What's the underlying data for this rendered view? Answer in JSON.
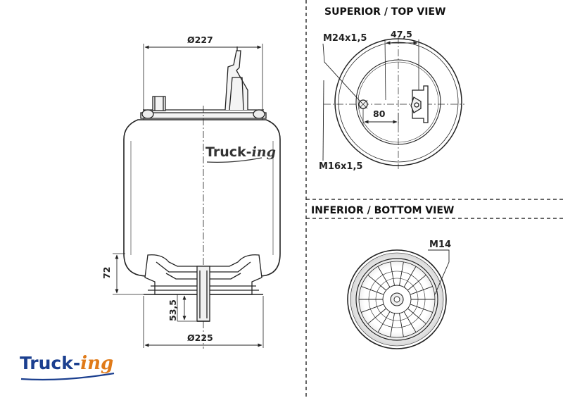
{
  "titles": {
    "top_view": "SUPERIOR / TOP VIEW",
    "bottom_view": "INFERIOR / BOTTOM VIEW"
  },
  "side_view": {
    "top_diameter": "Ø227",
    "bottom_diameter": "Ø225",
    "piston_height": "72",
    "stud_length": "53,5",
    "body_logo_truck": "Truck-",
    "body_logo_ing": "ing"
  },
  "top_view": {
    "thread_main": "M24x1,5",
    "offset_small": "47,5",
    "offset_large": "80",
    "thread_secondary": "M16x1,5"
  },
  "bottom_view": {
    "thread": "M14"
  },
  "brand": {
    "word": "Truck-",
    "suffix": "ing",
    "primary_color": "#1b3f8f",
    "accent_color": "#e07a18"
  }
}
